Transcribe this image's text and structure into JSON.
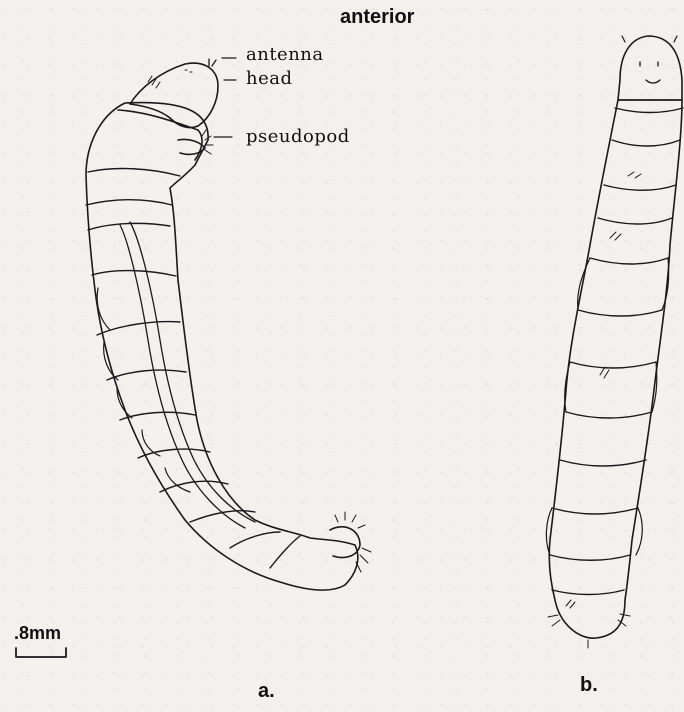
{
  "orientation_label": "anterior",
  "callouts": {
    "antenna": "antenna",
    "head": "head",
    "pseudopod": "pseudopod"
  },
  "scale_bar": ".8mm",
  "panels": {
    "a": "a.",
    "b": "b."
  },
  "colors": {
    "ink": "#1a1a1a",
    "paper": "#f3f1ee",
    "stipple": "#555555"
  }
}
